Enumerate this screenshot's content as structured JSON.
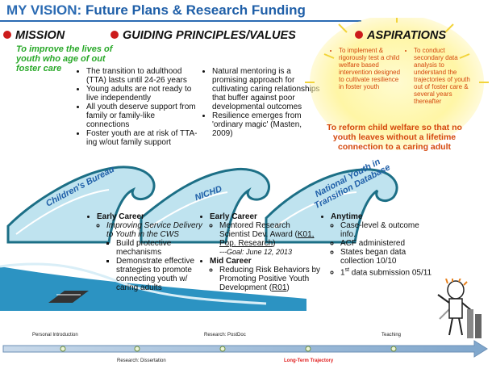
{
  "title": {
    "main": "MY VISION: ",
    "sub": "Future Plans & Research Funding"
  },
  "mission": {
    "heading": "MISSION",
    "text": "To improve the lives of youth who age of out foster care"
  },
  "principles": {
    "heading": "GUIDING PRINCIPLES/VALUES",
    "col1": [
      "The transition to adulthood (TTA) lasts until 24-26 years",
      "Young adults are not ready to live independently",
      "All youth deserve support from family or family-like connections",
      "Foster youth are at risk of TTA-ing w/out family support"
    ],
    "col2": [
      "Natural mentoring is a promising approach for cultivating caring relationships that buffer against poor developmental outcomes",
      "Resilience emerges from 'ordinary magic' (Masten, 2009)"
    ]
  },
  "aspirations": {
    "heading": "ASPIRATIONS",
    "left": "To implement & rigorously test a child welfare based intervention designed to cultivate resilience in foster youth",
    "right": "To conduct secondary data analysis to understand the trajectories of youth out of foster care & several years thereafter",
    "goal": "To reform child welfare so that no youth leaves without a lifetime connection to a caring adult"
  },
  "waves": {
    "childrens_bureau": "Children's Bureau",
    "nichd": "NICHD",
    "nytd_line1": "National Youth in",
    "nytd_line2": "Transition Database"
  },
  "cb_col": {
    "head": "Early Career",
    "item": "Improving Service Delivery to Youth in the CWS",
    "sub1": "Build protective mechanisms",
    "sub2": "Demonstrate effective strategies to promote connecting youth w/ caring adults"
  },
  "nichd_col": {
    "head1": "Early Career",
    "item1a": "Mentored Research Scientist Dev. Award (",
    "item1b": "K01, Pop. Research",
    "item1c": ")",
    "goal": "---Goal: June 12, 2013",
    "head2": "Mid Career",
    "item2a": "Reducing Risk Behaviors by Promoting Positive Youth Development (",
    "item2b": "R01",
    "item2c": ")"
  },
  "nytd_col": {
    "head": "Anytime",
    "items": [
      "Case-level & outcome info.",
      "ACF administered",
      "States began data collection 10/10"
    ],
    "last_sup": "st",
    "last_pre": "1",
    "last_post": " data submission 05/11"
  },
  "timeline": {
    "personal": "Personal Introduction",
    "dissertation": "Research:  Dissertation",
    "postdoc": "Research:  PostDoc",
    "trajectory": "Long-Term Trajectory",
    "teaching": "Teaching"
  },
  "colors": {
    "title": "#2b6bb3",
    "mission": "#28a828",
    "aspiration": "#d4470c",
    "bullet": "#cc1b1b",
    "wave_dark": "#1c6f86",
    "wave_light": "#bfe3ef"
  }
}
